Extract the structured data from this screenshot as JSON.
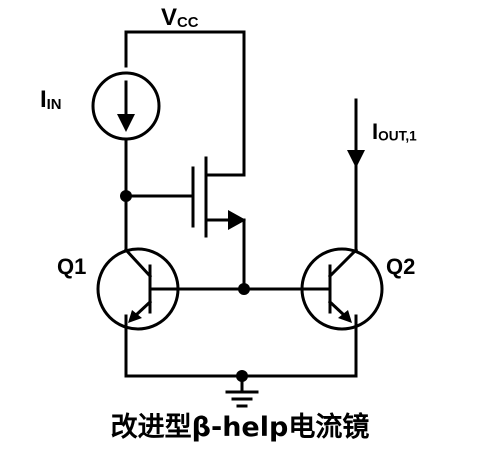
{
  "labels": {
    "vcc_main": "V",
    "vcc_sub": "CC",
    "iin_main": "I",
    "iin_sub": "IN",
    "iout_main": "I",
    "iout_sub": "OUT,1",
    "q1": "Q1",
    "q2": "Q2"
  },
  "caption": "改进型β-help电流镜",
  "colors": {
    "wire": "#000000",
    "background": "#ffffff"
  }
}
